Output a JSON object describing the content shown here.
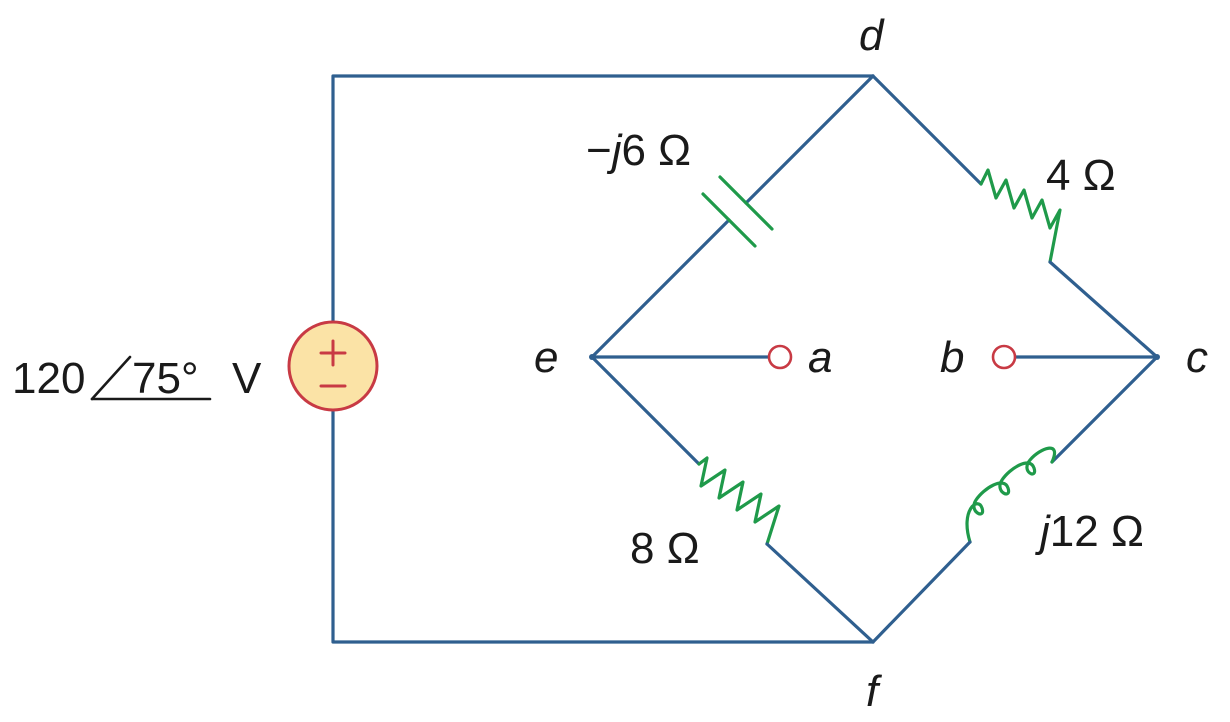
{
  "source": {
    "label_magnitude": "120",
    "label_angle": "75°",
    "label_unit": "V"
  },
  "nodes": {
    "d": "d",
    "e": "e",
    "a": "a",
    "b": "b",
    "c": "c",
    "f": "f"
  },
  "components": {
    "capacitor_ed": "−j6 Ω",
    "resistor_dc": "4 Ω",
    "resistor_ef": "8 Ω",
    "inductor_cf": "j12 Ω"
  }
}
